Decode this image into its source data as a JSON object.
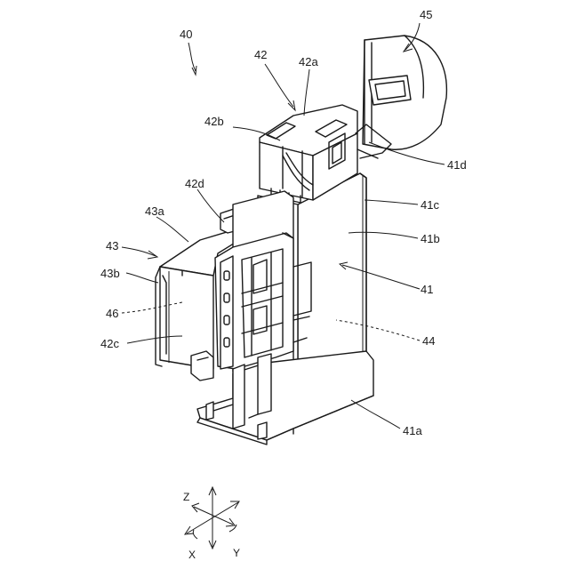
{
  "labels": {
    "l40": "40",
    "l42": "42",
    "l42a": "42a",
    "l42b": "42b",
    "l45": "45",
    "l41d": "41d",
    "l41c": "41c",
    "l41b": "41b",
    "l41": "41",
    "l44": "44",
    "l41a": "41a",
    "l42d": "42d",
    "l43a": "43a",
    "l43": "43",
    "l43b": "43b",
    "l46": "46",
    "l42c": "42c"
  },
  "axes": {
    "z": "Z",
    "x": "X",
    "y": "Y"
  }
}
